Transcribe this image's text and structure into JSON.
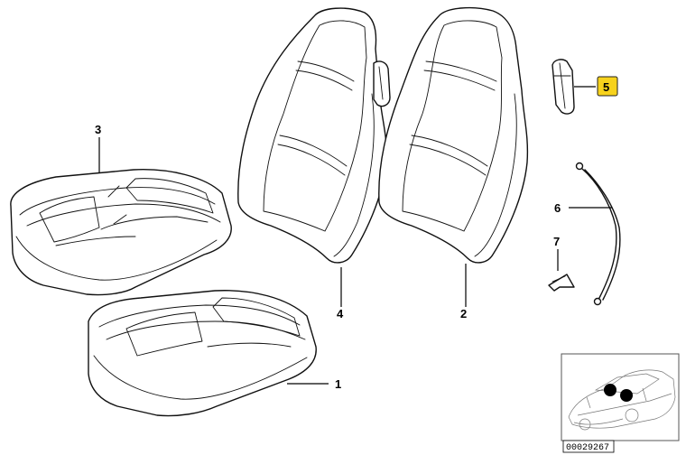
{
  "callouts": [
    {
      "id": "1",
      "label": "1",
      "highlighted": false
    },
    {
      "id": "2",
      "label": "2",
      "highlighted": false
    },
    {
      "id": "3",
      "label": "3",
      "highlighted": false
    },
    {
      "id": "4",
      "label": "4",
      "highlighted": false
    },
    {
      "id": "5",
      "label": "5",
      "highlighted": true
    },
    {
      "id": "6",
      "label": "6",
      "highlighted": false
    },
    {
      "id": "7",
      "label": "7",
      "highlighted": false
    }
  ],
  "reference_number": "00029267",
  "colors": {
    "highlight": "#f7d21c",
    "line": "#111111",
    "marker": "#000000"
  }
}
